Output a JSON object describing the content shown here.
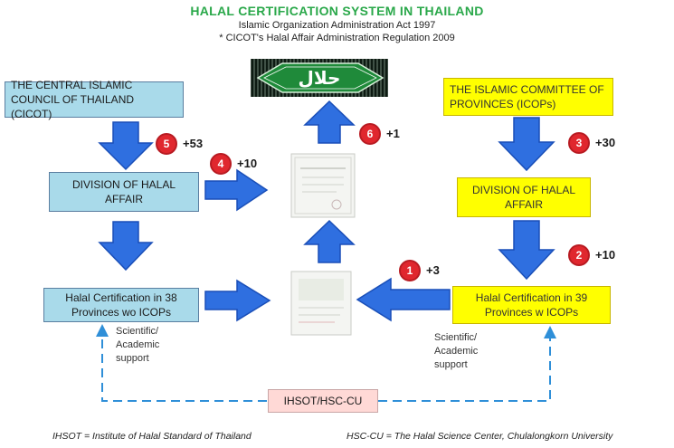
{
  "title": "HALAL CERTIFICATION SYSTEM IN THAILAND",
  "subtitle_lines": [
    "Islamic Organization Administration Act 1997",
    "* CICOT's Halal Affair Administration Regulation 2009"
  ],
  "logo": {
    "text": "حلال",
    "colors": {
      "band": "#0d1a12",
      "diamond": "#1f8a3a",
      "text": "#ffffff"
    }
  },
  "left": {
    "council": "THE CENTRAL ISLAMIC COUNCIL OF THAILAND (CICOT)",
    "division": "DIVISION OF HALAL AFFAIR",
    "cert": "Halal Certification in 38 Provinces wo ICOPs",
    "support": "Scientific/ Academic support"
  },
  "right": {
    "committee": "THE ISLAMIC COMMITTEE OF PROVINCES (ICOPs)",
    "division": "DIVISION OF HALAL AFFAIR",
    "cert": "Halal Certification in 39 Provinces w ICOPs",
    "support": "Scientific/ Academic support"
  },
  "center_box": "IHSOT/HSC-CU",
  "badges": [
    {
      "num": "1",
      "inc": "+3"
    },
    {
      "num": "2",
      "inc": "+10"
    },
    {
      "num": "3",
      "inc": "+30"
    },
    {
      "num": "4",
      "inc": "+10"
    },
    {
      "num": "5",
      "inc": "+53"
    },
    {
      "num": "6",
      "inc": "+1"
    }
  ],
  "footnotes": {
    "left": "IHSOT = Institute of Halal Standard of Thailand",
    "right": "HSC-CU = The Halal Science Center, Chulalongkorn University"
  },
  "colors": {
    "arrow": "#2f6fe0",
    "arrow_edge": "#1a4fb8",
    "box_blue": "#a9daea",
    "box_yellow": "#ffff00",
    "badge": "#e0272e",
    "title": "#2aa84a",
    "dash": "#2f8fd8"
  }
}
